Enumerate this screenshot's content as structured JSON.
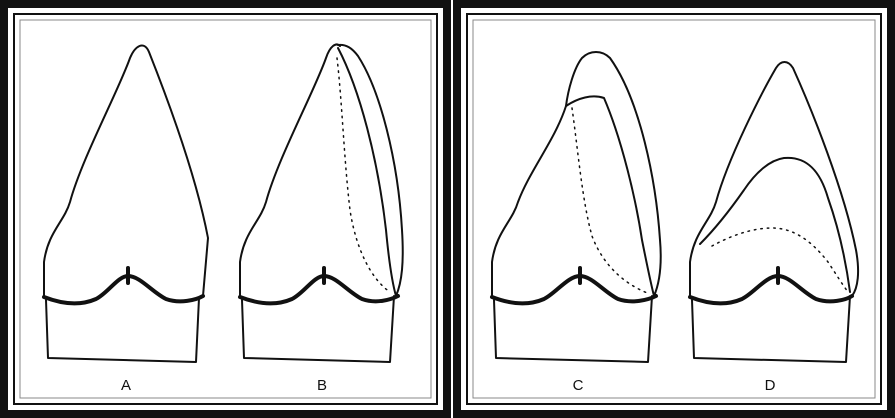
{
  "panels": [
    {
      "id": "left",
      "figures": [
        {
          "label": "A"
        },
        {
          "label": "B"
        }
      ]
    },
    {
      "id": "right",
      "figures": [
        {
          "label": "C"
        },
        {
          "label": "D"
        }
      ]
    }
  ],
  "colors": {
    "frame": "#111111",
    "background": "#ffffff"
  }
}
